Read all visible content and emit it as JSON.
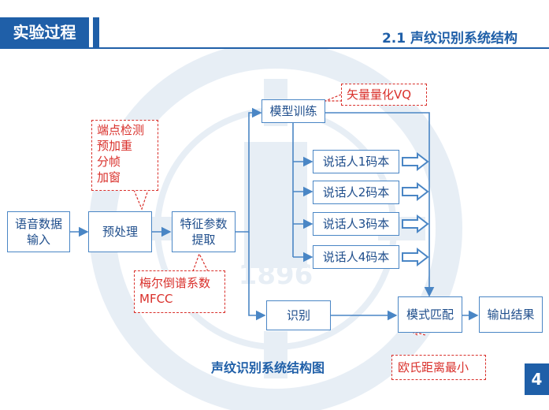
{
  "header": {
    "section": "实验过程",
    "subtitle": "2.1 声纹识别系统结构"
  },
  "diagram": {
    "input": "语音数据\n输入",
    "preprocess": "预处理",
    "feature": "特征参数\n提取",
    "train": "模型训练",
    "speakers": [
      "说话人1码本",
      "说话人2码本",
      "说话人3码本",
      "说话人4码本"
    ],
    "recognize": "识别",
    "match": "模式匹配",
    "output": "输出结果",
    "notes": {
      "preprocess": "端点检测\n预加重\n分帧\n加窗",
      "feature": "梅尔倒谱系数\nMFCC",
      "train": "矢量量化VQ",
      "match": "欧氏距离最小"
    },
    "caption": "声纹识别系统结构图"
  },
  "watermark_text": "1896",
  "page_number": "4",
  "colors": {
    "accent": "#1f5fa8",
    "box_border": "#4a86c5",
    "note_red": "#d9302b"
  }
}
